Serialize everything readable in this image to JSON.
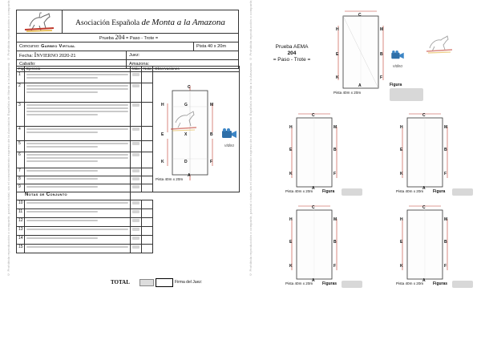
{
  "sheet": {
    "org_prefix": "Asociación Española",
    "org_de": "de",
    "org_monta": "Monta a la",
    "org_amazona": "Amazona",
    "prueba_label": "Prueba",
    "prueba_num": "204",
    "prueba_desc": "= Paso - Trote =",
    "concurso_label": "Concurso:",
    "concurso_value": "Garbeo Virtual",
    "pista": "Pista 40 x 20m",
    "fecha_label": "Fecha:",
    "fecha_value": "Invierno",
    "fecha_year": "2020-21",
    "juez_label": "Juez:",
    "caballo_label": "Caballo:",
    "amazona_label": "Amazona:"
  },
  "table": {
    "headers": [
      "Figura",
      "Ejercicio",
      "Máx.",
      "Nota",
      "Observaciones"
    ],
    "rows": [
      "1",
      "2",
      "3",
      "4",
      "5",
      "6",
      "7",
      "8",
      "9"
    ],
    "conjunto_title": "Notas de Conjunto",
    "conjunto_rows": [
      "10",
      "11",
      "12",
      "13",
      "14",
      "15"
    ],
    "total_label": "TOTAL",
    "firma_label": "Firma del Juez:"
  },
  "main_arena": {
    "letters": {
      "top": "C",
      "bottom": "A",
      "left": [
        "H",
        "E",
        "K"
      ],
      "right": [
        "M",
        "B",
        "F"
      ],
      "inner": [
        "G",
        "X",
        "D"
      ]
    },
    "caption": "Pista 40m x 20m",
    "video_label": "video"
  },
  "right_panel": {
    "title_line1": "Prueba AEMA",
    "title_line2": "204",
    "title_line3": "= Paso - Trote =",
    "video_label": "video",
    "figura_label": "Figura",
    "figuras_label": "Figuras",
    "caption": "Pista 40m x 20m"
  },
  "copyright": "© Prohibida reproducción o compartir, parcial o total, sin el consentimiento expreso de la Asociación Española de Monta a la Amazona. © Prohibida reproducción o compartir, parcial o total.",
  "colors": {
    "red": "#c0392b",
    "gray_blur": "#d0d0d0",
    "video_blue": "#2f6fa8"
  }
}
